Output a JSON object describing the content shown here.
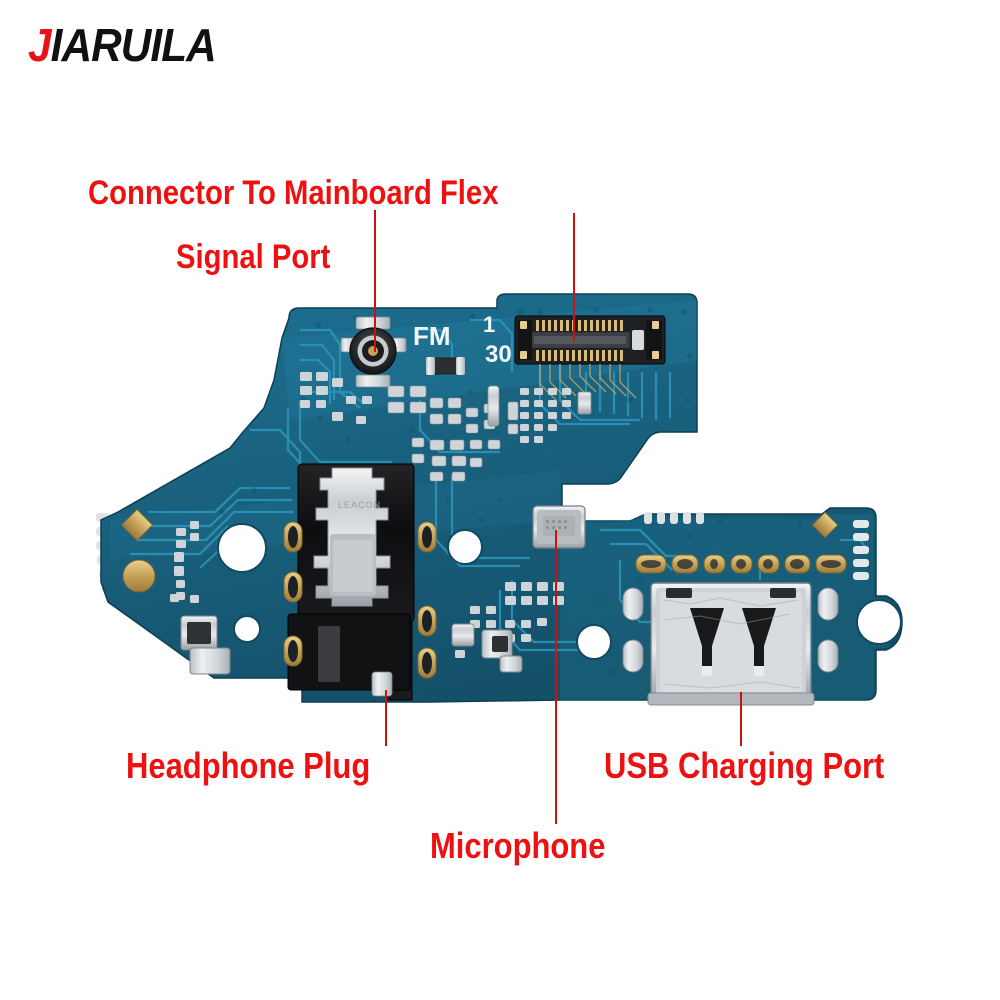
{
  "brand": {
    "accent_color": "#e8131a",
    "text_color": "#111111",
    "initial": "J",
    "rest": "IARUILA",
    "full": "JIARUILA"
  },
  "annotation": {
    "color": "#ee1111",
    "leader_color": "#cc1111",
    "labels": [
      {
        "id": "connector-flex",
        "text": "Connector To Mainboard Flex"
      },
      {
        "id": "signal-port",
        "text": "Signal Port"
      },
      {
        "id": "headphone-plug",
        "text": "Headphone Plug"
      },
      {
        "id": "microphone",
        "text": "Microphone"
      },
      {
        "id": "usb-port",
        "text": "USB Charging Port"
      }
    ]
  },
  "board": {
    "description": "Mobile phone USB charging port flex board (PCB)",
    "pcb_color": "#1a6a8c",
    "pcb_color_dark": "#135066",
    "pcb_color_light": "#2a87ab",
    "solder_mask_edge": "#0e4258",
    "silkscreen_color": "#ffffff",
    "gold_pad_color": "#c9a55a",
    "metal_color": "#c8ccd0",
    "plastic_color": "#121214",
    "silkscreen": [
      {
        "id": "fm-mark",
        "text": "FM"
      },
      {
        "id": "pin1-mark",
        "text": "1"
      },
      {
        "id": "pin30-mark",
        "text": "30"
      }
    ],
    "components": [
      {
        "id": "rf-coax-connector",
        "name": "Signal Port (U.FL coaxial)"
      },
      {
        "id": "fpc-connector",
        "name": "30 pin board-to-board FPC connector"
      },
      {
        "id": "headphone-jack",
        "name": "3.5mm headphone jack"
      },
      {
        "id": "microphone-can",
        "name": "Microphone"
      },
      {
        "id": "usb-connector",
        "name": "Micro USB charging port"
      }
    ]
  }
}
